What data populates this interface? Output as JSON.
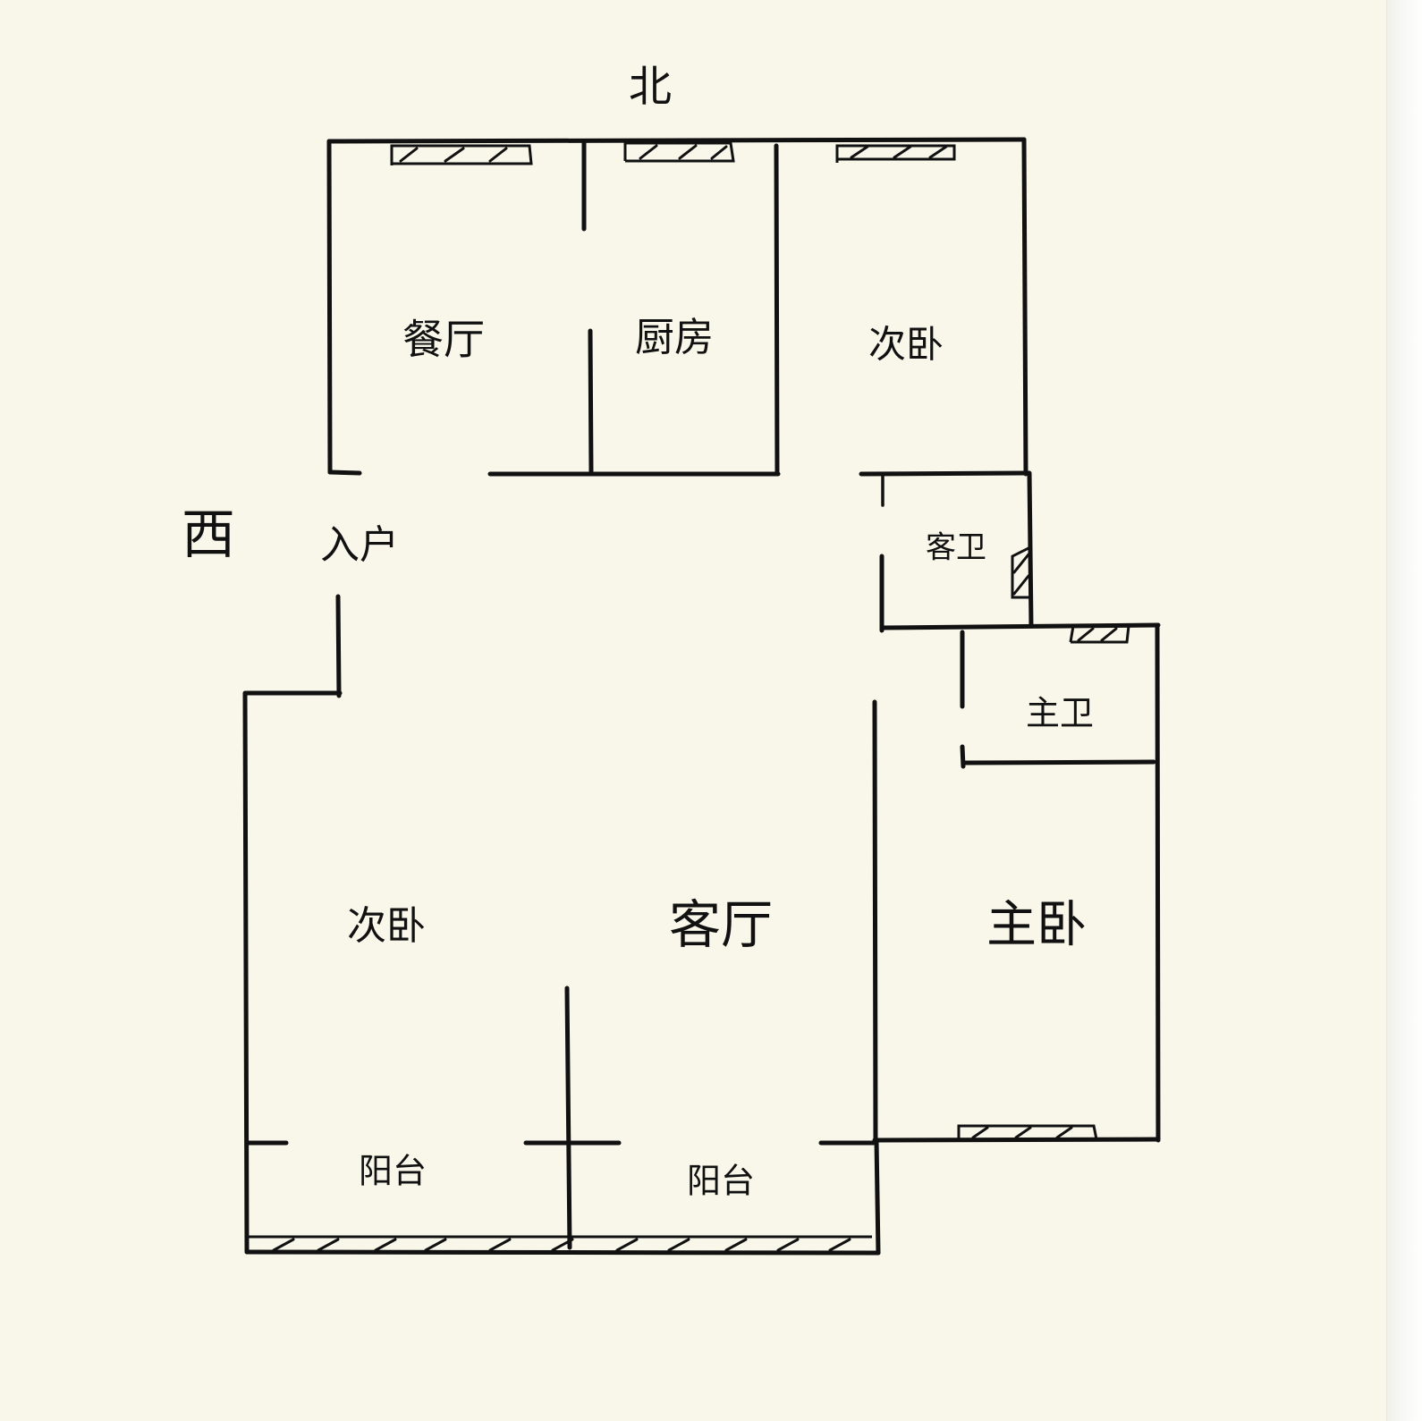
{
  "compass": {
    "north": "北",
    "west": "西"
  },
  "rooms": {
    "dining": "餐厅",
    "kitchen": "厨房",
    "bedroom_north": "次卧",
    "entrance": "入户",
    "guest_bath": "客卫",
    "master_bath": "主卫",
    "bedroom_south": "次卧",
    "living": "客厅",
    "master_bedroom": "主卧",
    "balcony_west": "阳台",
    "balcony_east": "阳台"
  },
  "colors": {
    "paper": "#f8f7ea",
    "ink": "#111111"
  }
}
